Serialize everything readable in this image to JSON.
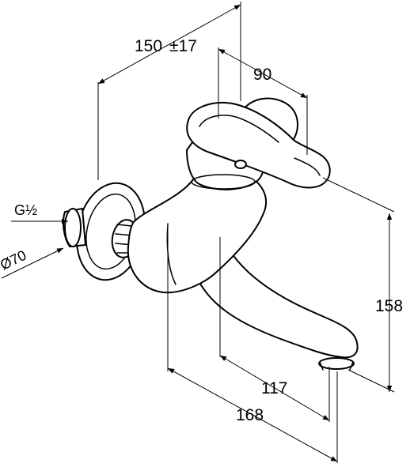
{
  "dimensions": {
    "width_total": "150",
    "width_tolerance": "±17",
    "lever_depth": "90",
    "height": "158",
    "spout_reach": "117",
    "total_reach": "168",
    "thread": "G½",
    "rosette_diameter": "Ø70"
  }
}
